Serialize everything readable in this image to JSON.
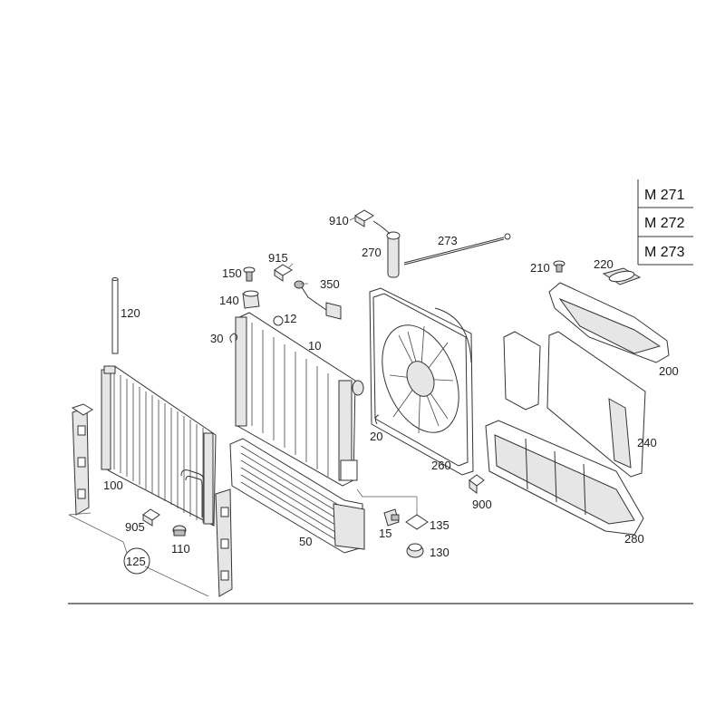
{
  "engine_codes": [
    "M 271",
    "M 272",
    "M 273"
  ],
  "parts": {
    "p10": "10",
    "p12": "12",
    "p15": "15",
    "p20": "20",
    "p30": "30",
    "p50": "50",
    "p100": "100",
    "p110": "110",
    "p120": "120",
    "p125": "125",
    "p130": "130",
    "p135": "135",
    "p140": "140",
    "p150": "150",
    "p200": "200",
    "p210": "210",
    "p220": "220",
    "p240": "240",
    "p260": "260",
    "p270": "270",
    "p273": "273",
    "p280": "280",
    "p350": "350",
    "p900": "900",
    "p905": "905",
    "p910": "910",
    "p915": "915"
  }
}
